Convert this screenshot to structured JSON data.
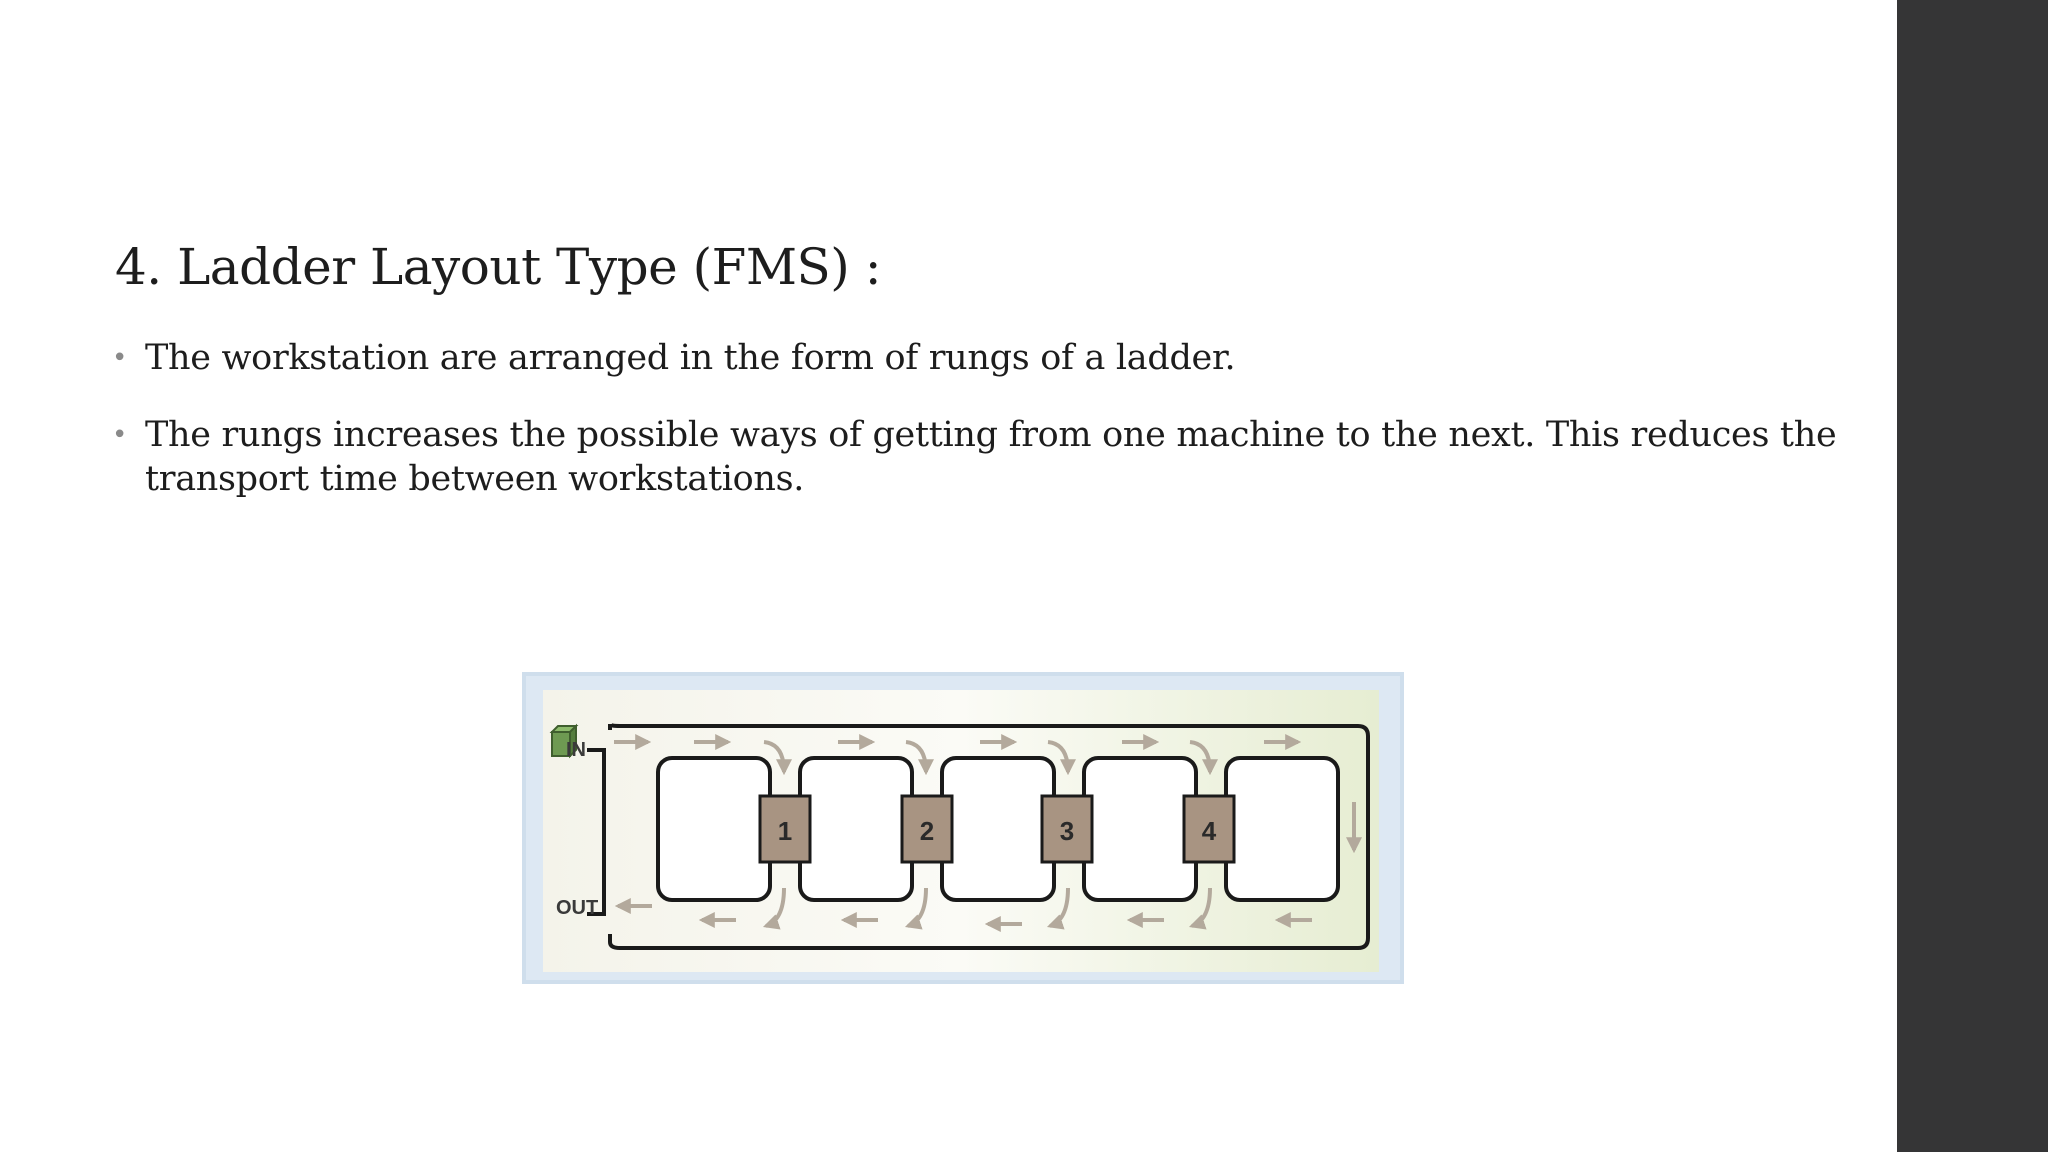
{
  "slide": {
    "title": "4. Ladder Layout Type (FMS) :",
    "bullets": [
      "The workstation are arranged in the form of rungs of a ladder.",
      "The rungs increases the possible ways of getting from one machine to the next. This reduces the transport time between workstations."
    ],
    "bullet_symbol": "•"
  },
  "diagram": {
    "in_label": "IN",
    "out_label": "OUT",
    "stations": [
      "1",
      "2",
      "3",
      "4"
    ],
    "colors": {
      "station_fill": "#a89482",
      "frame_border": "#c9d9ea",
      "background": "#eef0dd",
      "track": "#1a1a1a",
      "arrow": "#b3a99c",
      "in_block": "#6e9a52"
    }
  },
  "colors": {
    "sidebar": "#353536",
    "text": "#1d1d1d",
    "bullet": "#8a8a8a"
  }
}
